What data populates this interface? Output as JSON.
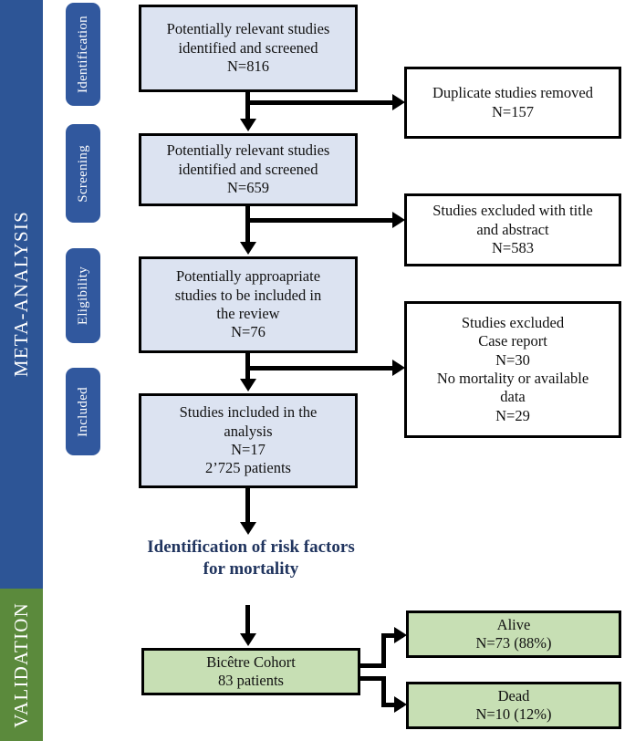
{
  "diagram": {
    "title": "PRISMA study selection flow diagram",
    "colors": {
      "meta_band": "#2d5596",
      "validation_band": "#5b8a3c",
      "stage_pill": "#31589e",
      "included_box_fill": "#dce3f1",
      "excluded_box_fill": "#ffffff",
      "validation_box_fill": "#c7dfb4",
      "headline_text": "#21355f",
      "stroke": "#000000"
    }
  },
  "bands": {
    "meta_analysis": "META-ANALYSIS",
    "validation": "VALIDATION"
  },
  "stages": [
    {
      "label": "Identification"
    },
    {
      "label": "Screening"
    },
    {
      "label": "Eligibility"
    },
    {
      "label": "Included"
    }
  ],
  "flow_boxes": [
    {
      "id": "identified-816",
      "lines": [
        "Potentially relevant studies",
        "identified and screened",
        "N=816"
      ],
      "count": 816
    },
    {
      "id": "identified-659",
      "lines": [
        "Potentially relevant studies",
        "identified and screened",
        "N=659"
      ],
      "count": 659
    },
    {
      "id": "appropriate-76",
      "lines": [
        "Potentially approapriate",
        "studies to be included in",
        "the review",
        "N=76"
      ],
      "count": 76
    },
    {
      "id": "included-17",
      "lines": [
        "Studies included in the",
        "analysis",
        "N=17",
        "2’725 patients"
      ],
      "count": 17,
      "patients": 2725
    }
  ],
  "exclusion_boxes": [
    {
      "id": "duplicates-157",
      "lines": [
        "Duplicate studies removed",
        "N=157"
      ],
      "count": 157
    },
    {
      "id": "excluded-title-abstract-583",
      "lines": [
        "Studies excluded with title",
        "and abstract",
        "N=583"
      ],
      "count": 583
    },
    {
      "id": "excluded-case-report-and-no-data",
      "lines": [
        "Studies excluded",
        "Case report",
        "N=30",
        "No mortality or available",
        "data",
        "N=29"
      ],
      "case_report_count": 30,
      "no_data_count": 29
    }
  ],
  "headline": {
    "lines": [
      "Identification of risk factors",
      "for mortality"
    ]
  },
  "validation": {
    "cohort": {
      "id": "bicetre-cohort",
      "lines": [
        "Bicêtre Cohort",
        "83 patients"
      ],
      "patients": 83
    },
    "outcomes": [
      {
        "id": "alive",
        "lines": [
          "Alive",
          "N=73 (88%)"
        ],
        "count": 73,
        "percent": 88
      },
      {
        "id": "dead",
        "lines": [
          "Dead",
          "N=10 (12%)"
        ],
        "count": 10,
        "percent": 12
      }
    ]
  }
}
